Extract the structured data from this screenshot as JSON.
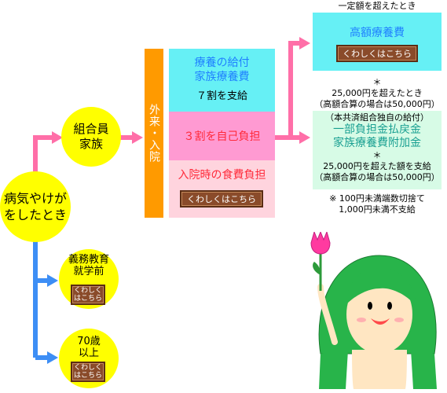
{
  "start_circle": {
    "line1": "病気やけが",
    "line2": "をしたとき"
  },
  "member_family": {
    "line1": "組合員",
    "line2": "家族"
  },
  "vertical_bar": {
    "text": "外来・入院"
  },
  "benefit_box": {
    "line1": "療養の給付",
    "line2": "家族療養費",
    "line3": "７割を支給",
    "self_pay": "３割を自己負担",
    "meal": "入院時の食費負担",
    "button": "くわしくはこちら"
  },
  "high_cost": {
    "note": "一定額を超えたとき",
    "title": "高額療養費",
    "button": "くわしくはこちら"
  },
  "mid_note": {
    "star": "＊",
    "line1": "25,000円を超えたとき",
    "line2": "（高額合算の場合は50,000円）"
  },
  "union_benefit": {
    "header": "（本共済組合独自の給付）",
    "title1": "一部負担金払戻金",
    "title2": "家族療養費附加金",
    "star": "＊",
    "line1": "25,000円を超えた額を支給",
    "line2": "（高額合算の場合は50,000円）"
  },
  "footnote": {
    "line1": "※ 100円未満端数切捨て",
    "line2": "1,000円未満不支給"
  },
  "compulsory_school": {
    "line1": "義務教育",
    "line2": "就学前",
    "button_line1": "くわしく",
    "button_line2": "はこちら"
  },
  "age70": {
    "line1": "70歳",
    "line2": "以上",
    "button_line1": "くわしく",
    "button_line2": "はこちら"
  },
  "colors": {
    "pink_arrow": "#ff6fa8",
    "blue_arrow": "#3d8ef5",
    "orange_bar": "#ff9a00",
    "yellow": "#ffff00",
    "button_brown": "#8a4b2a"
  }
}
